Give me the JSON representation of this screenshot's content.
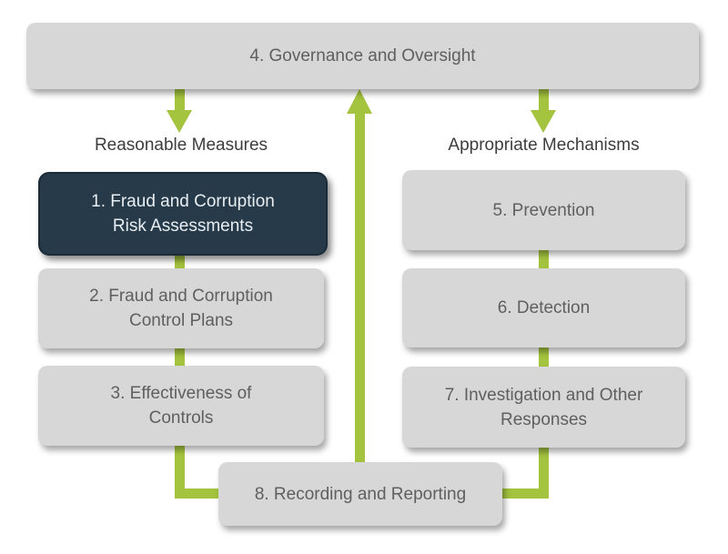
{
  "colors": {
    "accent_green": "#a4c33e",
    "box_gray": "#d7d7d7",
    "box_dark_navy": "#263a49",
    "box_dark_border": "#1b2b38",
    "gray_text": "#5f5f5f",
    "heading_text": "#3d3d3d",
    "light_text": "#e9eef2"
  },
  "governance_box": {
    "label": "4. Governance and Oversight"
  },
  "columns": {
    "left": {
      "heading": "Reasonable Measures",
      "boxes": [
        {
          "lines": [
            "1. Fraud and Corruption",
            "Risk Assessments"
          ],
          "highlighted": true
        },
        {
          "lines": [
            "2. Fraud and Corruption",
            "Control Plans"
          ],
          "highlighted": false
        },
        {
          "lines": [
            "3. Effectiveness of",
            "Controls"
          ],
          "highlighted": false
        }
      ]
    },
    "right": {
      "heading": "Appropriate Mechanisms",
      "boxes": [
        {
          "lines": [
            "5. Prevention"
          ],
          "highlighted": false
        },
        {
          "lines": [
            "6. Detection"
          ],
          "highlighted": false
        },
        {
          "lines": [
            "7. Investigation and Other",
            "Responses"
          ],
          "highlighted": false
        }
      ]
    }
  },
  "bottom_box": {
    "label": "8. Recording and Reporting"
  },
  "icons": {
    "down_arrow_left": "down-arrow",
    "up_arrow_center": "up-arrow",
    "down_arrow_right": "down-arrow"
  }
}
